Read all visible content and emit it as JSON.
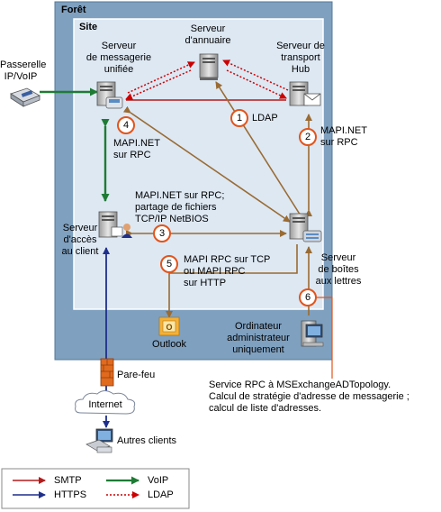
{
  "forest_label": "Forêt",
  "site_label": "Site",
  "servers": {
    "um": [
      "Serveur",
      "de messagerie",
      "unifiée"
    ],
    "directory": [
      "Serveur",
      "d'annuaire"
    ],
    "hub": [
      "Serveur de",
      "transport",
      "Hub"
    ],
    "cas": [
      "Serveur",
      "d'accès",
      "au client"
    ],
    "mailbox": [
      "Serveur",
      "de boîtes",
      "aux lettres"
    ]
  },
  "gateway": [
    "Passerelle",
    "IP/VoIP"
  ],
  "outlook": "Outlook",
  "admin": [
    "Ordinateur",
    "administrateur",
    "uniquement"
  ],
  "firewall": "Pare-feu",
  "internet": "Internet",
  "other_clients": "Autres clients",
  "connections": {
    "c1": {
      "num": "1",
      "label": [
        "LDAP"
      ]
    },
    "c2": {
      "num": "2",
      "label": [
        "MAPI.NET",
        "sur RPC"
      ]
    },
    "c3": {
      "num": "3",
      "label": [
        "MAPI.NET sur RPC;",
        "partage de fichiers",
        "TCP/IP NetBIOS"
      ]
    },
    "c4": {
      "num": "4",
      "label": [
        "MAPI.NET",
        "sur RPC"
      ]
    },
    "c5": {
      "num": "5",
      "label": [
        "MAPI RPC sur TCP",
        "ou MAPI RPC",
        "sur HTTP"
      ]
    },
    "c6": {
      "num": "6"
    }
  },
  "note": [
    "Service RPC à MSExchangeADTopology.",
    "Calcul de stratégie d'adresse de messagerie ;",
    "calcul de liste d'adresses."
  ],
  "legend": [
    {
      "label": "SMTP",
      "color": "#b31b1b",
      "style": "solid"
    },
    {
      "label": "VoIP",
      "color": "#1e7b34",
      "style": "solid"
    },
    {
      "label": "HTTPS",
      "color": "#1f2f8c",
      "style": "solid"
    },
    {
      "label": "LDAP",
      "color": "#cc0000",
      "style": "dotted"
    }
  ],
  "colors": {
    "forest_bg": "#7fa0bf",
    "site_bg": "#dde8f3",
    "protocol_arrow": "#9a6b32",
    "badge_stroke": "#e2541b"
  }
}
